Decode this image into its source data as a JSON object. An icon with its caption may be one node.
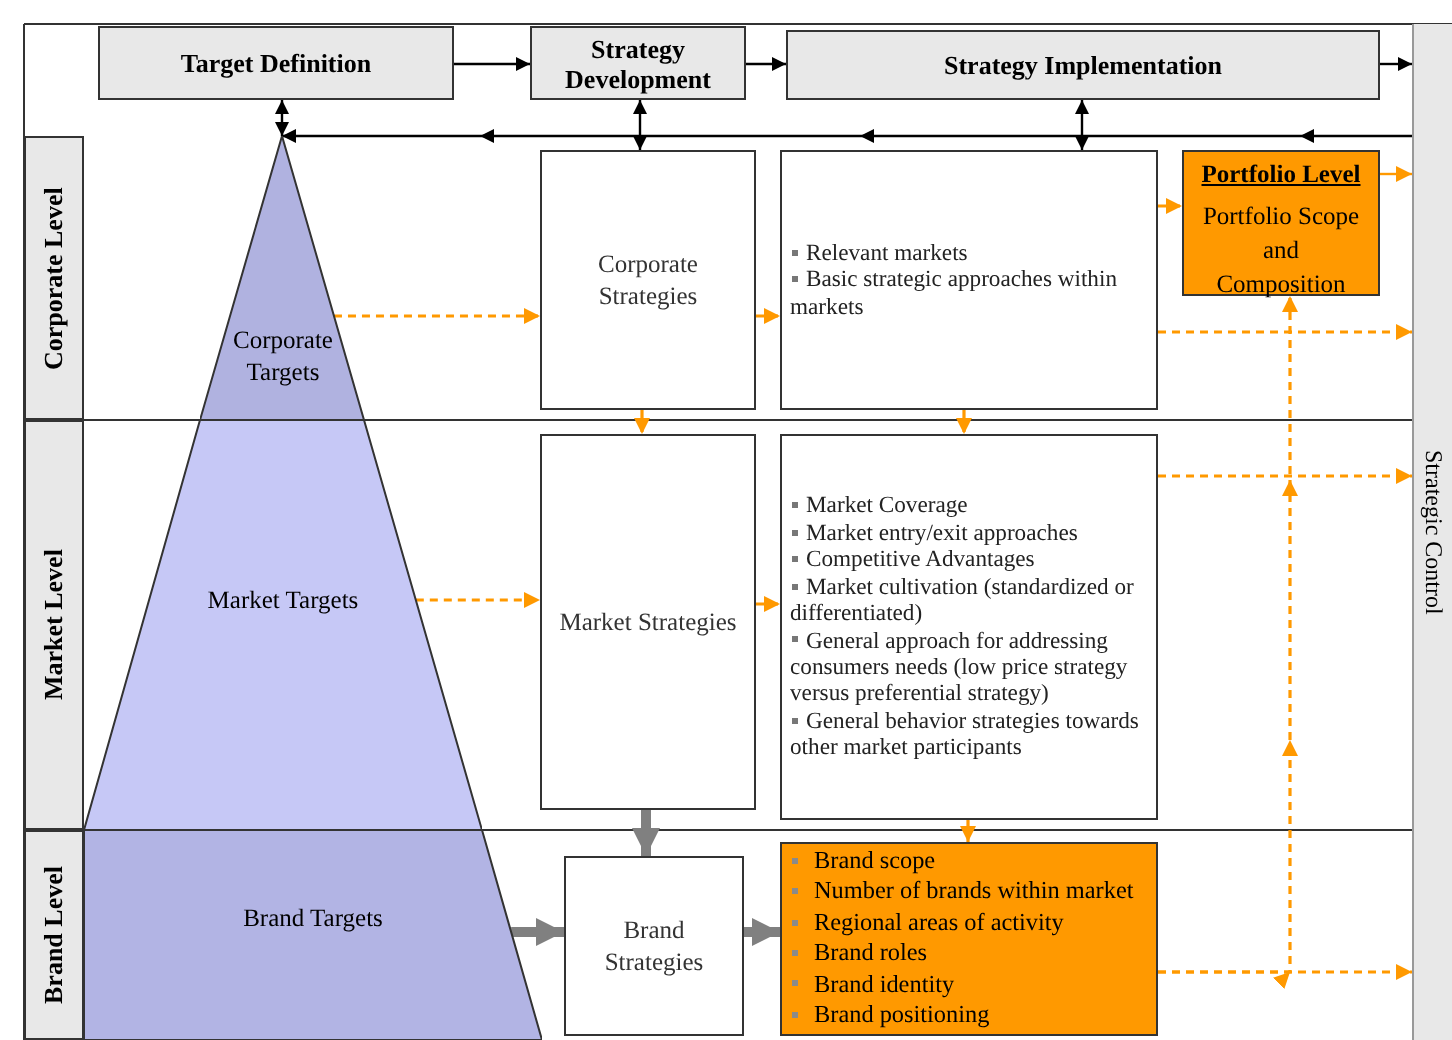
{
  "diagram": {
    "nodes": [
      {
        "text": [
          "Target Definition"
        ]
      },
      {
        "text": [
          "Strategy Development"
        ]
      },
      {
        "text": [
          "Strategy Implementation"
        ]
      },
      {
        "text": [
          "Strategic Control"
        ]
      },
      {
        "text": [
          "Corporate Level"
        ]
      },
      {
        "text": [
          "Market Level"
        ]
      },
      {
        "text": [
          "Brand Level"
        ]
      },
      {
        "text": [
          "Corporate Targets"
        ]
      },
      {
        "text": [
          "Market Targets"
        ]
      },
      {
        "text": [
          "Brand Targets"
        ]
      },
      {
        "text": [
          "Corporate Strategies"
        ]
      },
      {
        "text": [
          "Market Strategies"
        ]
      },
      {
        "text": [
          "Brand Strategies"
        ]
      },
      {
        "text": [
          "Relevant markets",
          "Basic strategic approaches within markets"
        ]
      },
      {
        "text": [
          "Market Coverage",
          "Market entry/exit approaches",
          "Competitive Advantages",
          "Market cultivation (standardized or differentiated)",
          "General approach for addressing consumers needs (low price strategy versus preferential strategy)",
          "General behavior strategies towards other market participants"
        ]
      },
      {
        "text": [
          "Brand scope",
          "Number of brands within market",
          "Regional areas of activity",
          "Brand roles",
          "Brand identity",
          "Brand positioning"
        ]
      },
      {
        "text": [
          "Portfolio Level",
          "Portfolio Scope and Composition"
        ]
      }
    ],
    "edges": [
      {
        "from": 0,
        "to": 1,
        "arrow": "to",
        "color": "#000000"
      },
      {
        "from": 1,
        "to": 2,
        "arrow": "to",
        "color": "#000000"
      },
      {
        "from": 2,
        "to": 3,
        "arrow": "to",
        "color": "#000000"
      },
      {
        "from": 0,
        "to": 7,
        "arrow": "both",
        "color": "#000000"
      },
      {
        "from": 1,
        "to": 10,
        "arrow": "both",
        "color": "#000000"
      },
      {
        "from": 2,
        "to": 13,
        "arrow": "both",
        "color": "#000000"
      },
      {
        "from": 3,
        "to": 7,
        "arrow": "to",
        "color": "#000000"
      },
      {
        "from": 7,
        "to": 10,
        "arrow": "to",
        "style": "dashed",
        "color": "#ff9900"
      },
      {
        "from": 10,
        "to": 13,
        "arrow": "to",
        "style": "dashed",
        "color": "#ff9900"
      },
      {
        "from": 13,
        "to": 16,
        "arrow": "to",
        "style": "dashed",
        "color": "#ff9900"
      },
      {
        "from": 13,
        "to": 3,
        "arrow": "to",
        "style": "dashed",
        "color": "#ff9900"
      },
      {
        "from": 10,
        "to": 11,
        "arrow": "to",
        "style": "dashed",
        "color": "#ff9900"
      },
      {
        "from": 8,
        "to": 11,
        "arrow": "to",
        "style": "dashed",
        "color": "#ff9900"
      },
      {
        "from": 11,
        "to": 14,
        "arrow": "to",
        "style": "dashed",
        "color": "#ff9900"
      },
      {
        "from": 13,
        "to": 14,
        "arrow": "to",
        "style": "dashed",
        "color": "#ff9900"
      },
      {
        "from": 14,
        "to": 3,
        "arrow": "to",
        "style": "dashed",
        "color": "#ff9900"
      },
      {
        "from": 14,
        "to": 15,
        "arrow": "to",
        "style": "dashed",
        "color": "#ff9900"
      },
      {
        "from": 11,
        "to": 12,
        "arrow": "to",
        "style": "thick",
        "color": "#808080"
      },
      {
        "from": 9,
        "to": 12,
        "arrow": "to",
        "style": "thick",
        "color": "#808080"
      },
      {
        "from": 12,
        "to": 15,
        "arrow": "to",
        "style": "thick",
        "color": "#808080"
      },
      {
        "from": 15,
        "to": 3,
        "arrow": "to",
        "style": "dashed",
        "color": "#ff9900"
      },
      {
        "from": 15,
        "to": 16,
        "arrow": "to",
        "style": "dashed",
        "color": "#ff9900"
      },
      {
        "from": 16,
        "to": 3,
        "arrow": "to",
        "color": "#ff9900"
      }
    ]
  }
}
